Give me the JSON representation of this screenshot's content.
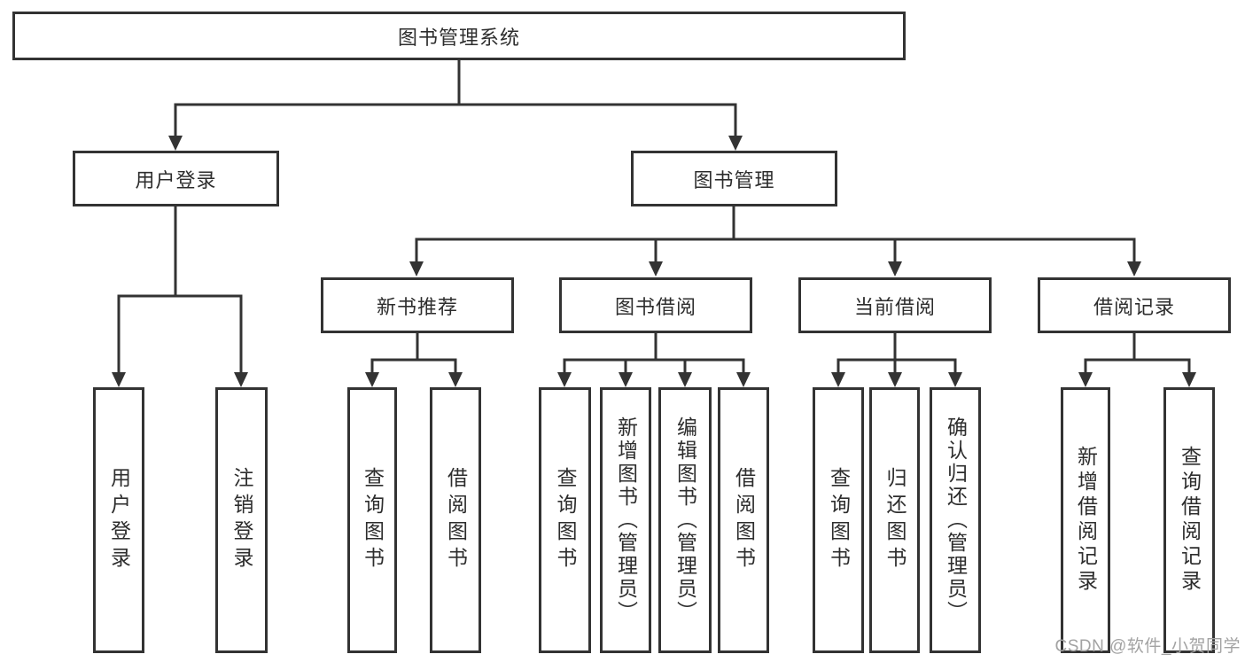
{
  "colors": {
    "line": "#333333",
    "text": "#2d2d2d",
    "box_fill": "#ffffff",
    "watermark": "#a3a3a3"
  },
  "watermark": "CSDN @软件_小贺同学",
  "tree": {
    "root": {
      "label": "图书管理系统"
    },
    "user_login": {
      "label": "用户登录",
      "children": [
        {
          "label": "用户登录"
        },
        {
          "label": "注销登录"
        }
      ]
    },
    "book_management": {
      "label": "图书管理",
      "groups": [
        {
          "label": "新书推荐",
          "children": [
            {
              "label": "查询图书"
            },
            {
              "label": "借阅图书"
            }
          ]
        },
        {
          "label": "图书借阅",
          "children": [
            {
              "label": "查询图书"
            },
            {
              "label": "新增图书（管理员）"
            },
            {
              "label": "编辑图书（管理员）"
            },
            {
              "label": "借阅图书"
            }
          ]
        },
        {
          "label": "当前借阅",
          "children": [
            {
              "label": "查询图书"
            },
            {
              "label": "归还图书"
            },
            {
              "label": "确认归还（管理员）"
            }
          ]
        },
        {
          "label": "借阅记录",
          "children": [
            {
              "label": "新增借阅记录"
            },
            {
              "label": "查询借阅记录"
            }
          ]
        }
      ]
    }
  }
}
